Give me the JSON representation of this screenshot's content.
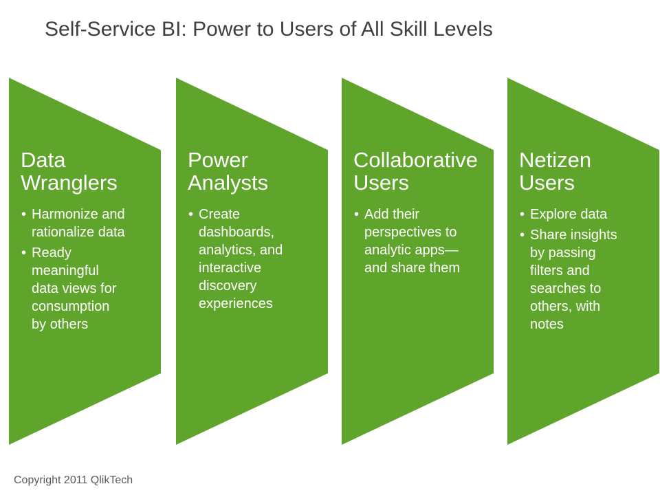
{
  "title": "Self-Service BI: Power to Users of All Skill Levels",
  "bullet_glyph": "•",
  "colors": {
    "accent_green": "#60A52B",
    "title_text": "#3F3F3F",
    "stage_text": "#FFFFFF",
    "footer_text": "#595959",
    "background": "#FFFFFF"
  },
  "stages": [
    {
      "heading": "Data Wranglers",
      "bullets": [
        "Harmonize and rationalize data",
        "Ready meaningful data views for consumption by others"
      ]
    },
    {
      "heading": "Power Analysts",
      "bullets": [
        "Create dashboards, analytics, and interactive discovery experiences"
      ]
    },
    {
      "heading": "Collaborative Users",
      "bullets": [
        "Add their perspectives to analytic apps—and share them"
      ]
    },
    {
      "heading": "Netizen Users",
      "bullets": [
        "Explore data",
        "Share insights by passing filters and searches to others, with notes"
      ]
    }
  ],
  "footer": {
    "copyright": "Copyright 2011 QlikTech"
  }
}
